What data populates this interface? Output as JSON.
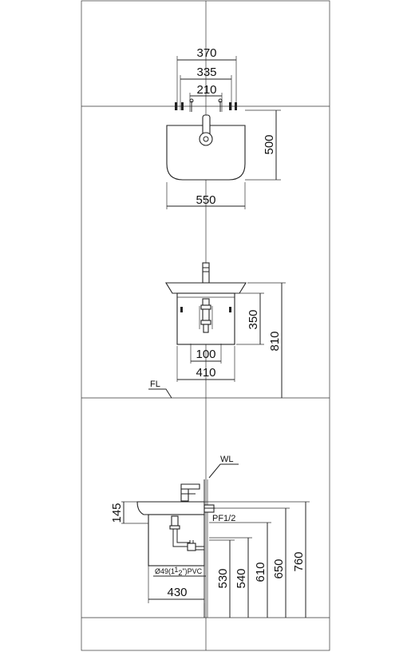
{
  "top_view": {
    "dim_370": "370",
    "dim_335": "335",
    "dim_210": "210",
    "dim_500": "500",
    "dim_550": "550"
  },
  "front_view": {
    "dim_350": "350",
    "dim_810": "810",
    "dim_100": "100",
    "dim_410": "410",
    "floor_label": "FL"
  },
  "side_view": {
    "wall_label": "WL",
    "inlet_label": "PF1/2",
    "dim_145": "145",
    "pipe_label": "Ø49(1",
    "pipe_frac": "1",
    "pipe_frac_den": "2",
    "pipe_suffix": "\")PVC",
    "dim_430": "430",
    "dim_530": "530",
    "dim_540": "540",
    "dim_610": "610",
    "dim_650": "650",
    "dim_760": "760"
  }
}
